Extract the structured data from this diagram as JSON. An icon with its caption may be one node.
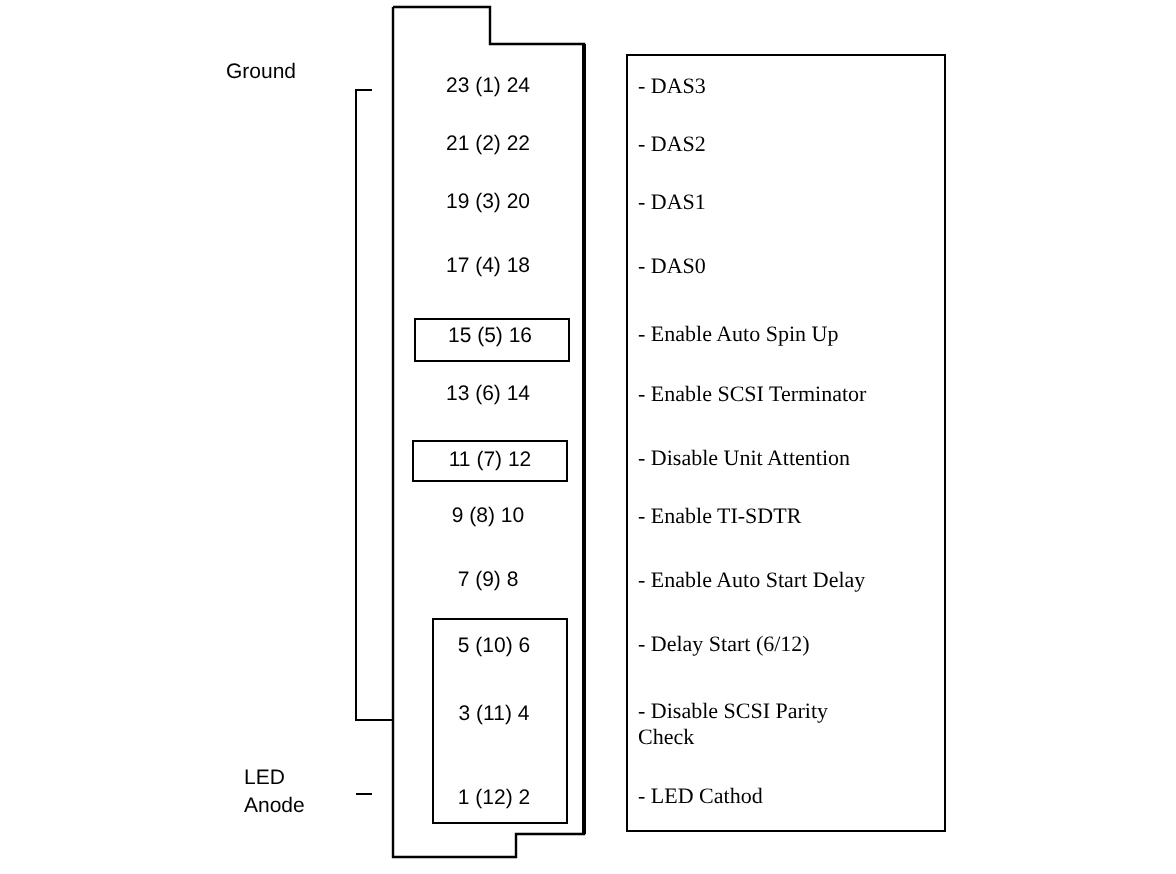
{
  "diagram": {
    "nodes": [
      {
        "text": [
          "23 (1) 24",
          "21 (2) 22",
          "19 (3) 20",
          "17 (4) 18",
          "13 (6) 14",
          "9 (8) 10",
          "7 (9) 8"
        ]
      },
      {
        "text": [
          "15 (5) 16"
        ],
        "in": 0
      },
      {
        "text": [
          "11 (7) 12"
        ],
        "in": 0
      },
      {
        "text": [
          "5 (10) 6",
          "3 (11) 4",
          "1 (12) 2"
        ],
        "in": 0
      },
      {
        "text": [
          "- DAS3",
          "- DAS2",
          "- DAS1",
          "- DAS0",
          "- Enable Auto Spin Up",
          "- Enable SCSI Terminator",
          "- Disable Unit Attention",
          "- Enable TI-SDTR",
          "- Enable Auto Start Delay",
          "- Delay Start (6/12)",
          "- Disable SCSI Parity Check",
          "- LED Cathod"
        ]
      }
    ],
    "labels": [
      "Ground",
      "LED Anode"
    ]
  }
}
